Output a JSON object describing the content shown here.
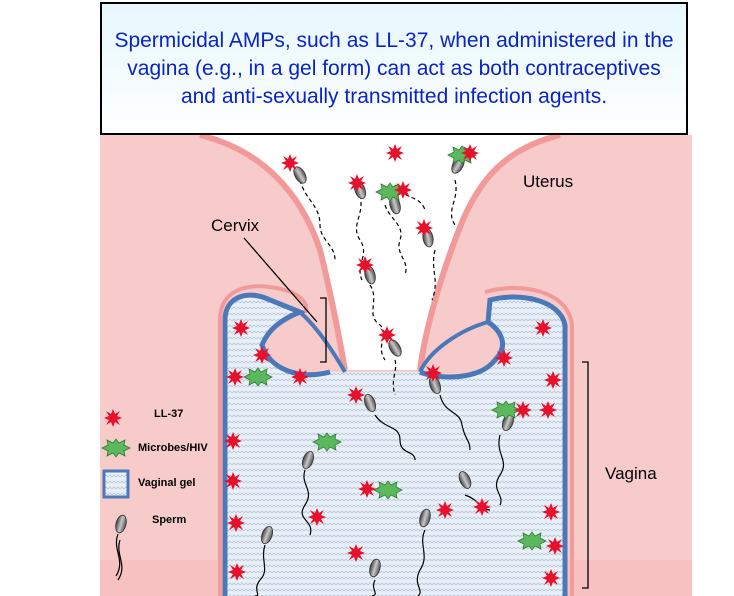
{
  "caption": "Spermicidal AMPs, such as LL-37, when administered in the vagina (e.g., in a gel form) can act as both contraceptives and anti-sexually transmitted infection agents.",
  "labels": {
    "uterus": "Uterus",
    "cervix": "Cervix",
    "vagina": "Vagina"
  },
  "legend": [
    {
      "icon": "ll37-icon",
      "label": "LL-37"
    },
    {
      "icon": "microbe-icon",
      "label": "Microbes/HIV"
    },
    {
      "icon": "gel-icon",
      "label": "Vaginal gel"
    },
    {
      "icon": "sperm-icon",
      "label": "Sperm"
    }
  ],
  "colors": {
    "caption_text": "#0a23c8",
    "tissue": "#f7c9c9",
    "tissue_edge": "#f29a9a",
    "vaginal_wall": "#4a78b8",
    "gel": "#dfe8f3",
    "ll37": "#e8102a",
    "microbe": "#4caf50",
    "sperm_head": "#808080"
  }
}
